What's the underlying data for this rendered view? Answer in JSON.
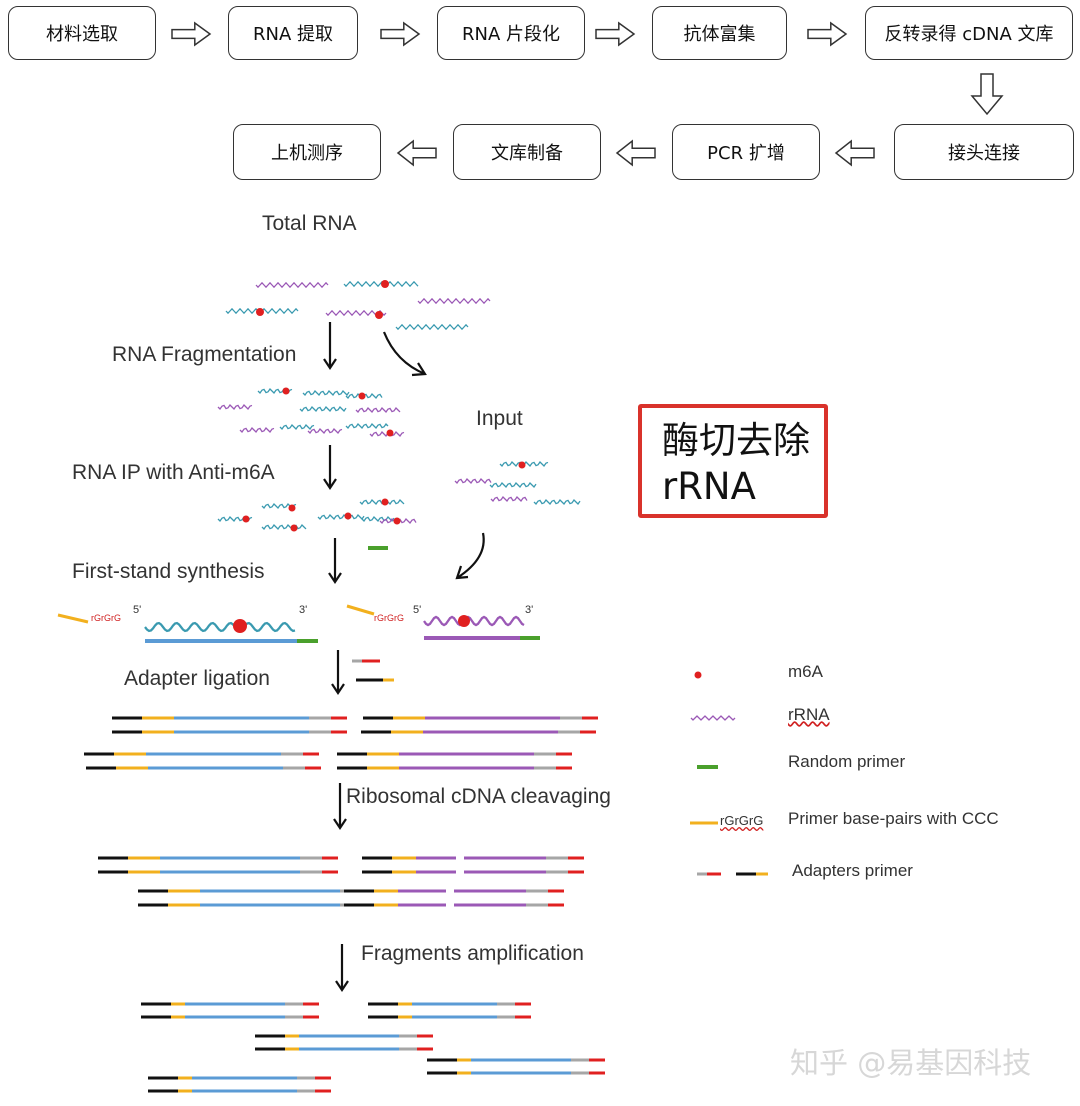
{
  "flow": {
    "steps": [
      "材料选取",
      "RNA 提取",
      "RNA 片段化",
      "抗体富集",
      "反转录得 cDNA 文库",
      "接头连接",
      "PCR 扩增",
      "文库制备",
      "上机测序"
    ]
  },
  "diagram": {
    "total_rna": "Total RNA",
    "fragmentation": "RNA Fragmentation",
    "input": "Input",
    "ip": "RNA IP with Anti-m6A",
    "first_strand": "First-stand synthesis",
    "adapter_ligation": "Adapter ligation",
    "cleavaging": "Ribosomal cDNA cleavaging",
    "amplification": "Fragments amplification",
    "five_prime": "5'",
    "three_prime": "3'",
    "rgrgrg": "rGrGrG"
  },
  "callout": {
    "line1": "酶切去除",
    "line2": "rRNA"
  },
  "legend": {
    "m6a": "m6A",
    "rrna": "rRNA",
    "random_primer": "Random primer",
    "primer_ccc": "Primer base-pairs with CCC",
    "adapters": "Adapters primer",
    "rgrgrg": "rGrGrG"
  },
  "watermark": "知乎 @易基因科技",
  "colors": {
    "blue": "#5b9bd5",
    "purple": "#9b59b6",
    "red": "#e02020",
    "green": "#4aa02c",
    "yellow": "#f2b01e",
    "black": "#111111",
    "gray": "#a6a6a6",
    "teal": "#3a9ab0",
    "callout_border": "#d9322b"
  }
}
